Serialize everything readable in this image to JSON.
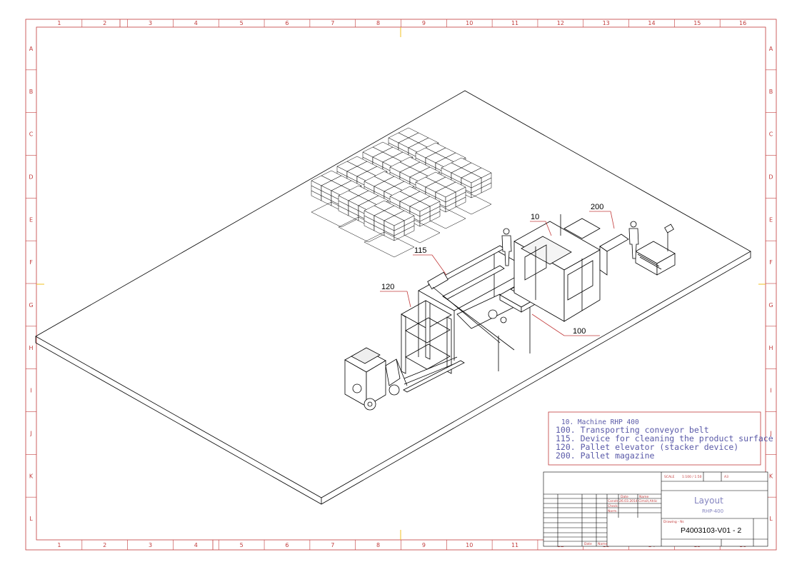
{
  "frame": {
    "columns": [
      "1",
      "2",
      "3",
      "4",
      "5",
      "6",
      "7",
      "8",
      "9",
      "10",
      "11",
      "12",
      "13",
      "14",
      "15",
      "16"
    ],
    "rows": [
      "A",
      "B",
      "C",
      "D",
      "E",
      "F",
      "G",
      "H",
      "I",
      "J",
      "K",
      "L"
    ]
  },
  "callouts": [
    "10",
    "200",
    "115",
    "120",
    "100"
  ],
  "legend": {
    "items": [
      "10. Machine RHP 400",
      "100. Transporting conveyor belt",
      "115. Device for cleaning the product surface",
      "120. Pallet elevator (stacker device)",
      "200. Pallet magazine"
    ]
  },
  "title_block": {
    "scale_label": "SCALE",
    "scale_value": "1:100 / 1:50",
    "size_label": "A3",
    "date_header": "Date",
    "name_header": "Name",
    "constr_label": "Constr.",
    "constr_date": "26.03.2014",
    "constr_name": "Cimsit,Ahlic",
    "check_label": "Check.",
    "norm_label": "Norm.",
    "title": "Layout",
    "subtitle": "RHP-400",
    "drawing_no_label": "Drawing - Nr.",
    "drawing_no": "P4003103-V01 - 2",
    "bottom_date_label": "Date",
    "bottom_name_label": "Name"
  },
  "colors": {
    "frame": "#c23b3b",
    "legend_text": "#5a5aa8",
    "linework": "#000000"
  }
}
